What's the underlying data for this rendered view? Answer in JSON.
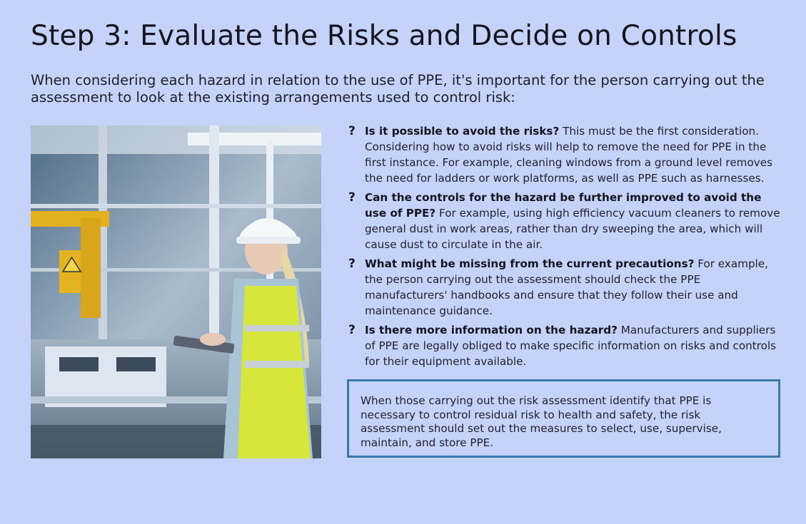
{
  "page": {
    "title": "Step 3: Evaluate the Risks and Decide on Controls",
    "intro": "When considering each hazard in relation to the use of PPE, it's important for the person carrying out the assessment to look at the existing arrangements used to control risk:"
  },
  "image": {
    "description_icon": "photo-factory-worker"
  },
  "list": {
    "bullet_icon": "question-mark-icon",
    "items": [
      {
        "bold": "Is it possible to avoid the risks?",
        "text": " This must be the first consideration. Considering how to avoid risks will help to remove the need for PPE in the first instance. For example, cleaning windows from a ground level removes the need for ladders or work platforms, as well as PPE such as harnesses."
      },
      {
        "bold": "Can the controls for the hazard be further improved to avoid the use of PPE?",
        "text": " For example, using high efficiency vacuum cleaners to remove general dust in work areas, rather than dry sweeping the area, which will cause dust to circulate in the air."
      },
      {
        "bold": "What might be missing from the current precautions?",
        "text": " For example, the person carrying out the assessment should check the PPE manufacturers' handbooks and ensure that they follow their use and maintenance guidance."
      },
      {
        "bold": "Is there more information on the hazard?",
        "text": " Manufacturers and suppliers of PPE are legally obliged to make specific information on risks and controls for their equipment available."
      }
    ]
  },
  "callout": {
    "text": "When those carrying out the risk assessment identify that PPE is necessary to control residual risk to health and safety, the risk assessment should set out the measures to select, use, supervise, maintain, and store PPE.",
    "border_color": "#3b78ad"
  },
  "colors": {
    "background": "#c5d3fb",
    "accent": "#3b78ad"
  }
}
